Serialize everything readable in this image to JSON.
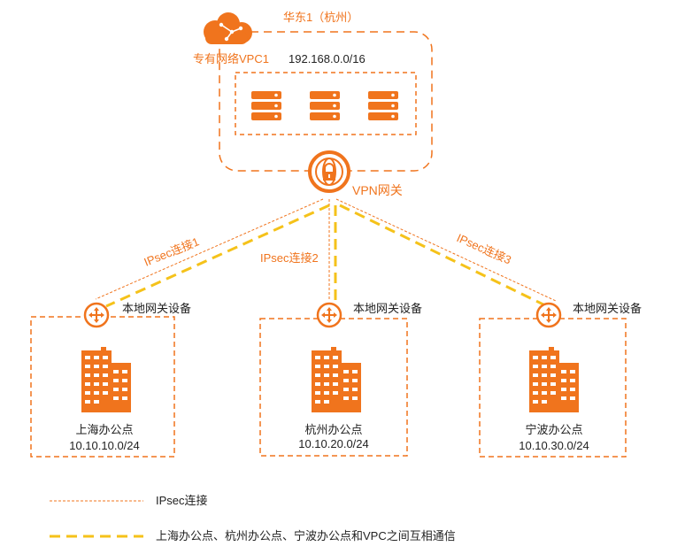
{
  "vpc": {
    "region": "华东1（杭州）",
    "name": "专有网络VPC1",
    "cidr": "192.168.0.0/16"
  },
  "vpn_gateway": {
    "label": "VPN网关"
  },
  "connections": [
    {
      "label": "IPsec连接1"
    },
    {
      "label": "IPsec连接2"
    },
    {
      "label": "IPsec连接3"
    }
  ],
  "offices": [
    {
      "device": "本地网关设备",
      "name": "上海办公点",
      "cidr": "10.10.10.0/24"
    },
    {
      "device": "本地网关设备",
      "name": "杭州办公点",
      "cidr": "10.10.20.0/24"
    },
    {
      "device": "本地网关设备",
      "name": "宁波办公点",
      "cidr": "10.10.30.0/24"
    }
  ],
  "legend": {
    "ipsec": "IPsec连接",
    "intercom": "上海办公点、杭州办公点、宁波办公点和VPC之间互相通信"
  },
  "colors": {
    "accent": "#f0741d",
    "link": "#f5c21a",
    "text": "#222222"
  }
}
